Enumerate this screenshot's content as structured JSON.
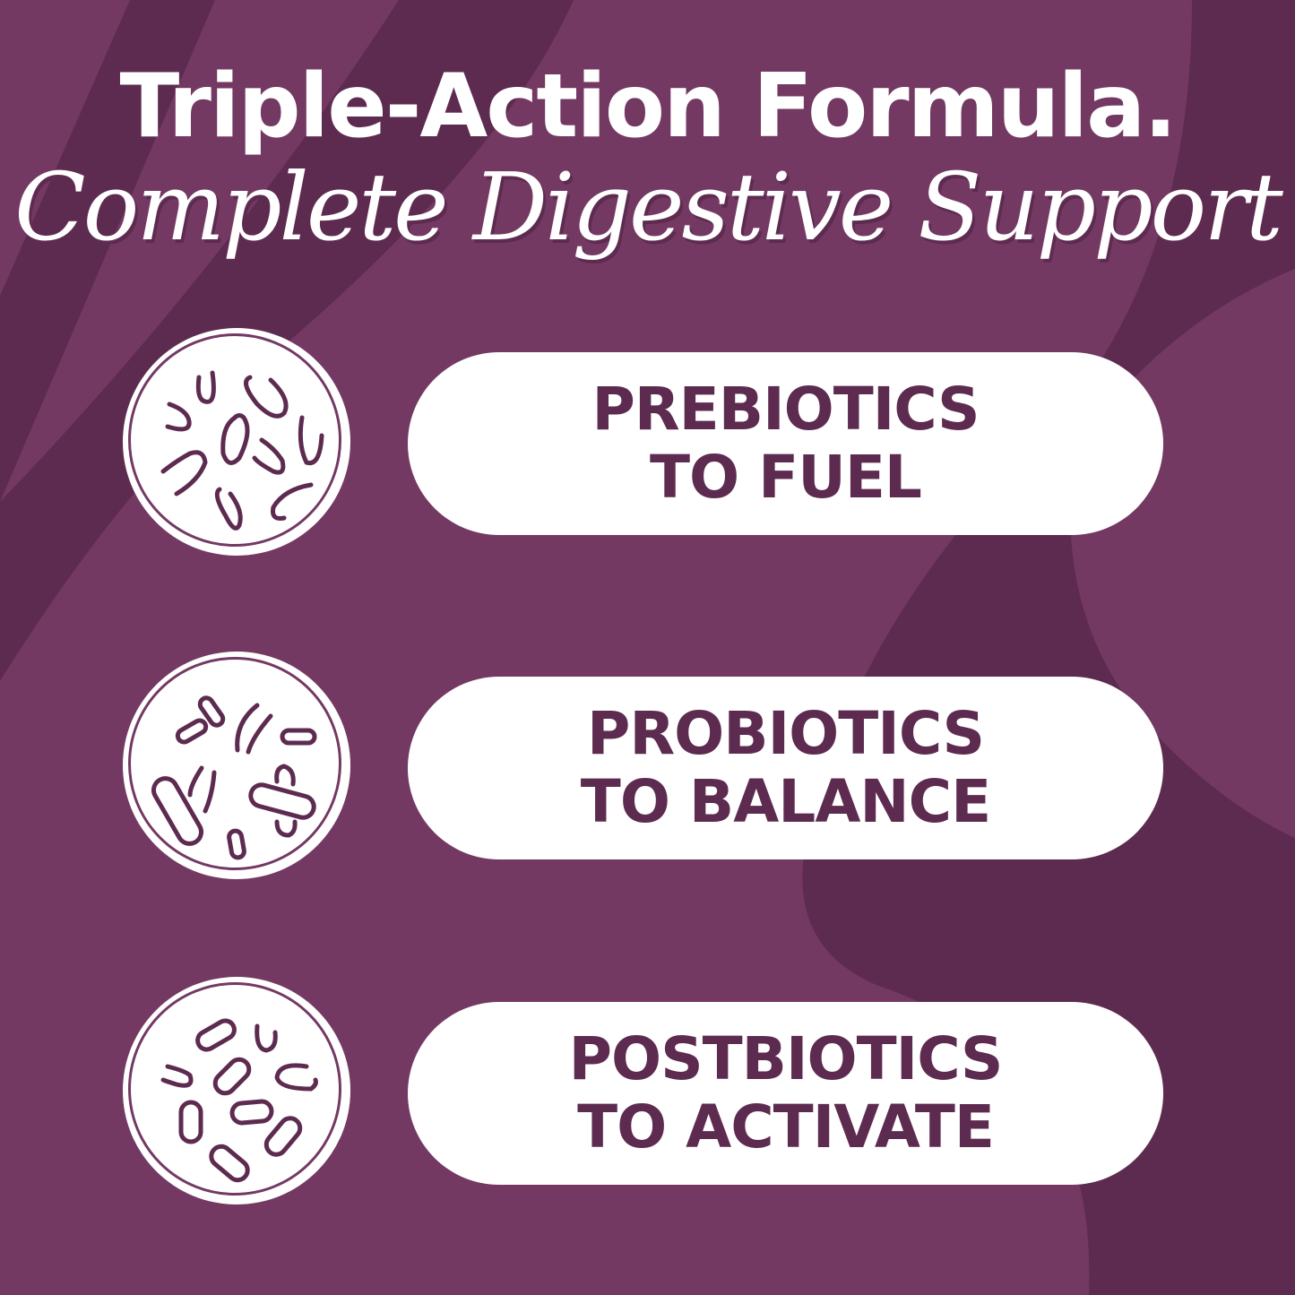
{
  "colors": {
    "background": "#733963",
    "background_dark": "#5e2b50",
    "text_on_pill": "#5e2b50",
    "pill": "#ffffff"
  },
  "header": {
    "title": "Triple-Action Formula.",
    "subtitle": "Complete Digestive Support"
  },
  "features": [
    {
      "icon": "wavy-bacteria-icon",
      "line1": "PREBIOTICS",
      "line2": "TO FUEL"
    },
    {
      "icon": "rod-bacteria-icon",
      "line1": "PROBIOTICS",
      "line2": "TO BALANCE"
    },
    {
      "icon": "capsule-bacteria-icon",
      "line1": "POSTBIOTICS",
      "line2": "TO ACTIVATE"
    }
  ]
}
